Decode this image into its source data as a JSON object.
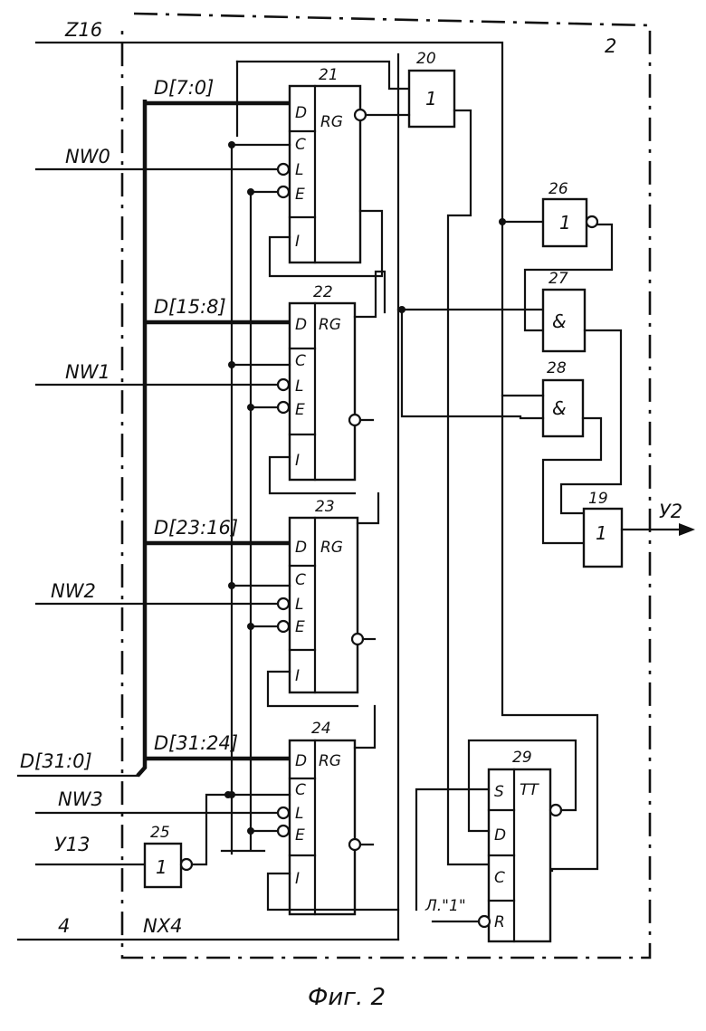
{
  "figure_number": "2",
  "caption": "Фиг. 2",
  "signals": {
    "z16": "Z16",
    "nw0": "NW0",
    "nw1": "NW1",
    "nw2": "NW2",
    "nw3": "NW3",
    "d_all": "D[31:0]",
    "y13": "У13",
    "in4": "4",
    "nx4": "NX4",
    "out_y2": "У2",
    "l1": "Л.\"1\""
  },
  "registers": [
    {
      "id": "21",
      "bus": "D[7:0]",
      "type": "RG"
    },
    {
      "id": "22",
      "bus": "D[15:8]",
      "type": "RG"
    },
    {
      "id": "23",
      "bus": "D[23:16]",
      "type": "RG"
    },
    {
      "id": "24",
      "bus": "D[31:24]",
      "type": "RG"
    }
  ],
  "reg_pins": {
    "d": "D",
    "c": "C",
    "l": "L",
    "e": "E",
    "i": "I"
  },
  "gates": {
    "g20": {
      "id": "20",
      "symbol": "1"
    },
    "g25": {
      "id": "25",
      "symbol": "1"
    },
    "g26": {
      "id": "26",
      "symbol": "1"
    },
    "g27": {
      "id": "27",
      "symbol": "&"
    },
    "g28": {
      "id": "28",
      "symbol": "&"
    },
    "g19": {
      "id": "19",
      "symbol": "1"
    }
  },
  "trigger": {
    "id": "29",
    "type": "TT",
    "pins": {
      "s": "S",
      "d": "D",
      "c": "C",
      "r": "R"
    }
  }
}
